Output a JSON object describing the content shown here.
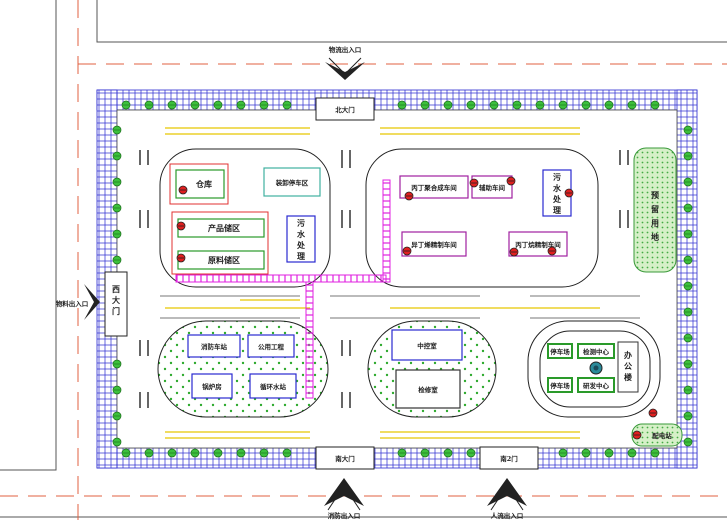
{
  "gates": {
    "logistics_entrance": "物流出入口",
    "north_gate": "北大门",
    "west_entrance": "物料出入口",
    "west_gate": "西大门",
    "fire_entrance": "消防出入口",
    "south_gate": "南大门",
    "south_gate_2": "南2门",
    "pedestrian_entrance": "人流出入口"
  },
  "zones": {
    "warehouse": "仓库",
    "loading_parking": "装卸停车区",
    "product_storage": "产品储区",
    "raw_material_storage": "原料储区",
    "water_treatment_left": "污水处理",
    "polymer_workshop": "丙丁聚合成车间",
    "auxiliary_workshop": "辅助车间",
    "water_treatment_right": "污水处理",
    "isobutylene_workshop": "异丁烯精制车间",
    "butadiene_workshop": "丙丁烷精制车间",
    "reserve_land": "预留用地",
    "fire_station": "消防车站",
    "utilities": "公用工程",
    "boiler_room": "锅炉房",
    "circulating_water": "循环水站",
    "control_room": "中控室",
    "repair_room": "检修室",
    "parking_top": "停车场",
    "parking_bottom": "停车场",
    "testing_center": "检测中心",
    "rd_center": "研发中心",
    "office_building": "办公楼",
    "substation": "配电站"
  }
}
